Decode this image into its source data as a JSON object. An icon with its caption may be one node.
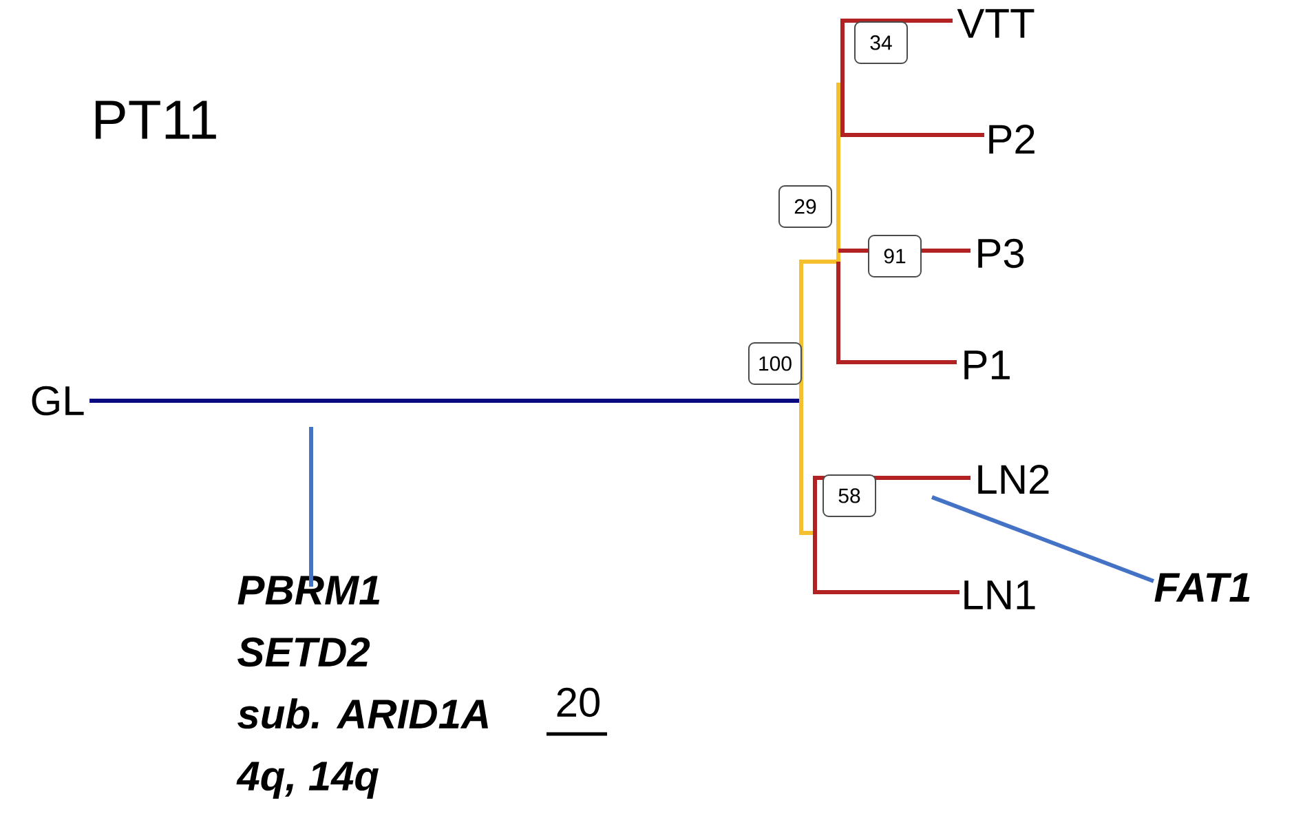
{
  "diagram": {
    "title": "PT11",
    "nodes": [
      {
        "text": [
          "34"
        ]
      },
      {
        "text": [
          "29"
        ]
      },
      {
        "text": [
          "91"
        ]
      },
      {
        "text": [
          "100"
        ]
      },
      {
        "text": [
          "58"
        ]
      },
      {
        "text": [
          "FAT1"
        ]
      },
      {
        "text": [
          "PBRM1",
          "SETD2",
          "sub. ARID1A",
          "4q, 14q"
        ]
      }
    ],
    "edges": [
      {
        "from": 5,
        "to": null,
        "arrow": "none"
      },
      {
        "from": 6,
        "to": null,
        "arrow": "none"
      }
    ],
    "labels": [
      "VTT",
      "P2",
      "P3",
      "P1",
      "GL",
      "LN2",
      "LN1",
      "20"
    ]
  }
}
